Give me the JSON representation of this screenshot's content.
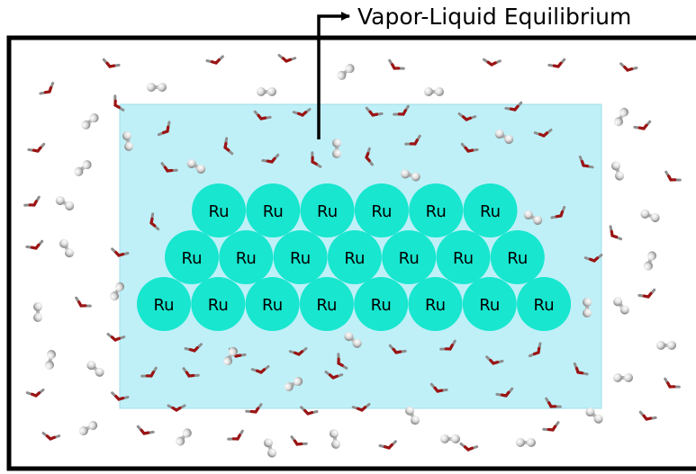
{
  "title": "Vapor-Liquid Equilibrium",
  "atom_label": "Ru",
  "ru_rows": [
    6,
    7,
    8
  ],
  "colors": {
    "liquid": "#bff0f8",
    "liquid_border": "#9fdde8",
    "ru_fill": "#18e6cf",
    "frame": "#000000",
    "oxygen": "#9b1414",
    "hydrogen": "#8e8e8e",
    "h2_light": "#f5f5f5",
    "h2_dark": "#9a9a9a"
  }
}
